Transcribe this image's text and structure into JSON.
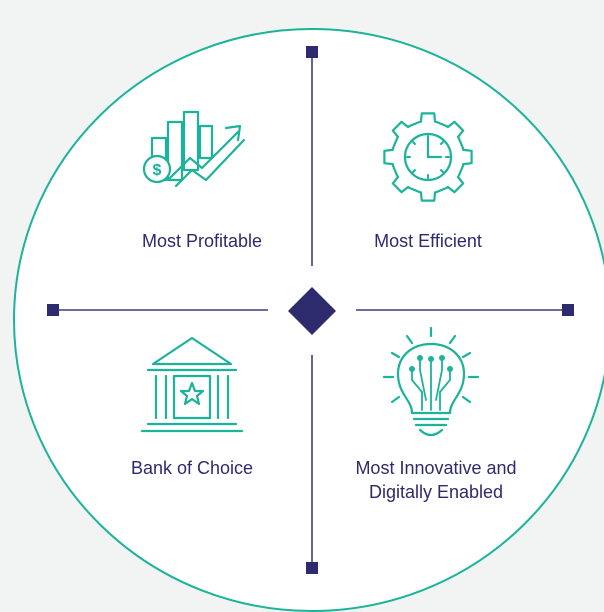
{
  "colors": {
    "background": "#f2f3f3",
    "circle_fill": "#ffffff",
    "circle_stroke": "#1bb39a",
    "axis_line": "#3f3b7a",
    "marker": "#2d2a6e",
    "icon_stroke": "#1bb39a",
    "label_text": "#2d2a6e"
  },
  "quadrants": [
    {
      "label": "Most Profitable",
      "icon": "profit-growth-chart-icon"
    },
    {
      "label": "Most Efficient",
      "icon": "gear-clock-icon"
    },
    {
      "label": "Bank of Choice",
      "icon": "bank-building-star-icon"
    },
    {
      "label": "Most Innovative and\nDigitally Enabled",
      "icon": "circuit-lightbulb-icon"
    }
  ]
}
